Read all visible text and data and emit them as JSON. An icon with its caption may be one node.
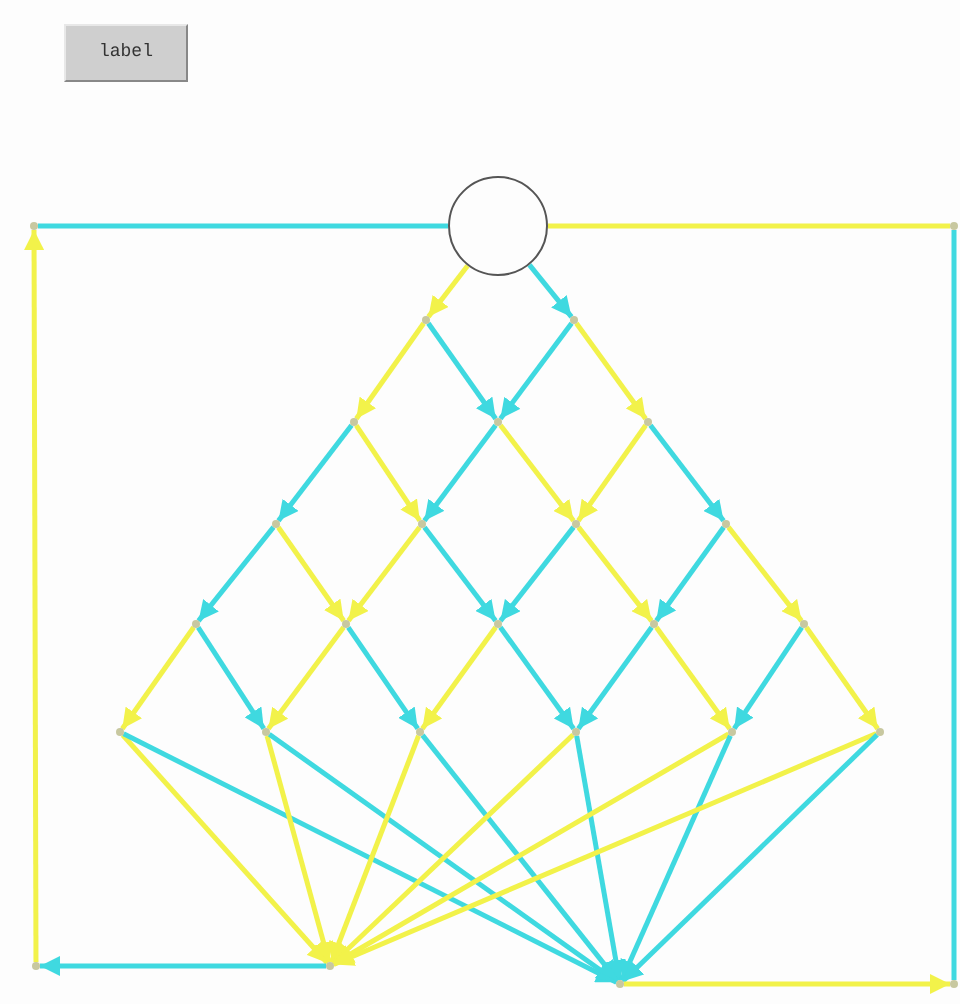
{
  "diagram": {
    "nodes": [
      {
        "text": [],
        "shape": "point"
      },
      {
        "text": [],
        "shape": "circle"
      },
      {
        "text": [],
        "shape": "point"
      },
      {
        "text": [],
        "shape": "point"
      },
      {
        "text": [],
        "shape": "point"
      },
      {
        "text": [],
        "shape": "point"
      },
      {
        "text": [],
        "shape": "point"
      },
      {
        "text": [],
        "shape": "point"
      },
      {
        "text": [],
        "shape": "point"
      },
      {
        "text": [],
        "shape": "point"
      },
      {
        "text": [],
        "shape": "point"
      },
      {
        "text": [],
        "shape": "point"
      },
      {
        "text": [],
        "shape": "point"
      },
      {
        "text": [],
        "shape": "point"
      },
      {
        "text": [],
        "shape": "point"
      },
      {
        "text": [],
        "shape": "point"
      },
      {
        "text": [],
        "shape": "point"
      },
      {
        "text": [],
        "shape": "point"
      },
      {
        "text": [],
        "shape": "point"
      },
      {
        "text": [],
        "shape": "point"
      },
      {
        "text": [],
        "shape": "point"
      },
      {
        "text": [],
        "shape": "point"
      },
      {
        "text": [],
        "shape": "point"
      },
      {
        "text": [],
        "shape": "point"
      },
      {
        "text": [],
        "shape": "point"
      },
      {
        "text": [],
        "shape": "point"
      },
      {
        "text": [],
        "shape": "point"
      }
    ],
    "edges": [
      {
        "from": 1,
        "to": 3,
        "arrow": "to",
        "color": "#f2f24a"
      },
      {
        "from": 1,
        "to": 4,
        "arrow": "to",
        "color": "#3fd9e0"
      },
      {
        "from": 3,
        "to": 5,
        "arrow": "to",
        "color": "#f2f24a"
      },
      {
        "from": 3,
        "to": 6,
        "arrow": "to",
        "color": "#3fd9e0"
      },
      {
        "from": 4,
        "to": 6,
        "arrow": "to",
        "color": "#3fd9e0"
      },
      {
        "from": 4,
        "to": 7,
        "arrow": "to",
        "color": "#f2f24a"
      },
      {
        "from": 5,
        "to": 8,
        "arrow": "to",
        "color": "#3fd9e0"
      },
      {
        "from": 5,
        "to": 9,
        "arrow": "to",
        "color": "#f2f24a"
      },
      {
        "from": 6,
        "to": 9,
        "arrow": "to",
        "color": "#3fd9e0"
      },
      {
        "from": 6,
        "to": 10,
        "arrow": "to",
        "color": "#f2f24a"
      },
      {
        "from": 7,
        "to": 10,
        "arrow": "to",
        "color": "#f2f24a"
      },
      {
        "from": 7,
        "to": 11,
        "arrow": "to",
        "color": "#3fd9e0"
      },
      {
        "from": 8,
        "to": 12,
        "arrow": "to",
        "color": "#3fd9e0"
      },
      {
        "from": 8,
        "to": 13,
        "arrow": "to",
        "color": "#f2f24a"
      },
      {
        "from": 9,
        "to": 13,
        "arrow": "to",
        "color": "#f2f24a"
      },
      {
        "from": 9,
        "to": 14,
        "arrow": "to",
        "color": "#3fd9e0"
      },
      {
        "from": 10,
        "to": 14,
        "arrow": "to",
        "color": "#3fd9e0"
      },
      {
        "from": 10,
        "to": 15,
        "arrow": "to",
        "color": "#f2f24a"
      },
      {
        "from": 11,
        "to": 15,
        "arrow": "to",
        "color": "#3fd9e0"
      },
      {
        "from": 11,
        "to": 16,
        "arrow": "to",
        "color": "#f2f24a"
      },
      {
        "from": 12,
        "to": 17,
        "arrow": "to",
        "color": "#f2f24a"
      },
      {
        "from": 12,
        "to": 18,
        "arrow": "to",
        "color": "#3fd9e0"
      },
      {
        "from": 13,
        "to": 18,
        "arrow": "to",
        "color": "#f2f24a"
      },
      {
        "from": 13,
        "to": 19,
        "arrow": "to",
        "color": "#3fd9e0"
      },
      {
        "from": 14,
        "to": 19,
        "arrow": "to",
        "color": "#f2f24a"
      },
      {
        "from": 14,
        "to": 20,
        "arrow": "to",
        "color": "#3fd9e0"
      },
      {
        "from": 15,
        "to": 20,
        "arrow": "to",
        "color": "#3fd9e0"
      },
      {
        "from": 15,
        "to": 21,
        "arrow": "to",
        "color": "#f2f24a"
      },
      {
        "from": 16,
        "to": 21,
        "arrow": "to",
        "color": "#3fd9e0"
      },
      {
        "from": 16,
        "to": 22,
        "arrow": "to",
        "color": "#f2f24a"
      },
      {
        "from": 17,
        "to": 24,
        "arrow": "to",
        "color": "#f2f24a"
      },
      {
        "from": 17,
        "to": 25,
        "arrow": "to",
        "color": "#3fd9e0"
      },
      {
        "from": 18,
        "to": 24,
        "arrow": "to",
        "color": "#f2f24a"
      },
      {
        "from": 18,
        "to": 25,
        "arrow": "to",
        "color": "#3fd9e0"
      },
      {
        "from": 19,
        "to": 24,
        "arrow": "to",
        "color": "#f2f24a"
      },
      {
        "from": 19,
        "to": 25,
        "arrow": "to",
        "color": "#3fd9e0"
      },
      {
        "from": 20,
        "to": 24,
        "arrow": "to",
        "color": "#f2f24a"
      },
      {
        "from": 20,
        "to": 25,
        "arrow": "to",
        "color": "#3fd9e0"
      },
      {
        "from": 21,
        "to": 24,
        "arrow": "to",
        "color": "#f2f24a"
      },
      {
        "from": 21,
        "to": 25,
        "arrow": "to",
        "color": "#3fd9e0"
      },
      {
        "from": 22,
        "to": 24,
        "arrow": "to",
        "color": "#f2f24a"
      },
      {
        "from": 22,
        "to": 25,
        "arrow": "to",
        "color": "#3fd9e0"
      },
      {
        "from": 24,
        "to": 23,
        "arrow": "to",
        "color": "#3fd9e0"
      },
      {
        "from": 23,
        "to": 0,
        "arrow": "to",
        "color": "#f2f24a"
      },
      {
        "from": 0,
        "to": 1,
        "arrow": "none",
        "color": "#3fd9e0"
      },
      {
        "from": 1,
        "to": 2,
        "arrow": "none",
        "color": "#f2f24a"
      },
      {
        "from": 2,
        "to": 26,
        "arrow": "none",
        "color": "#3fd9e0"
      },
      {
        "from": 25,
        "to": 26,
        "arrow": "to",
        "color": "#f2f24a"
      }
    ],
    "labels": [
      "label"
    ]
  }
}
